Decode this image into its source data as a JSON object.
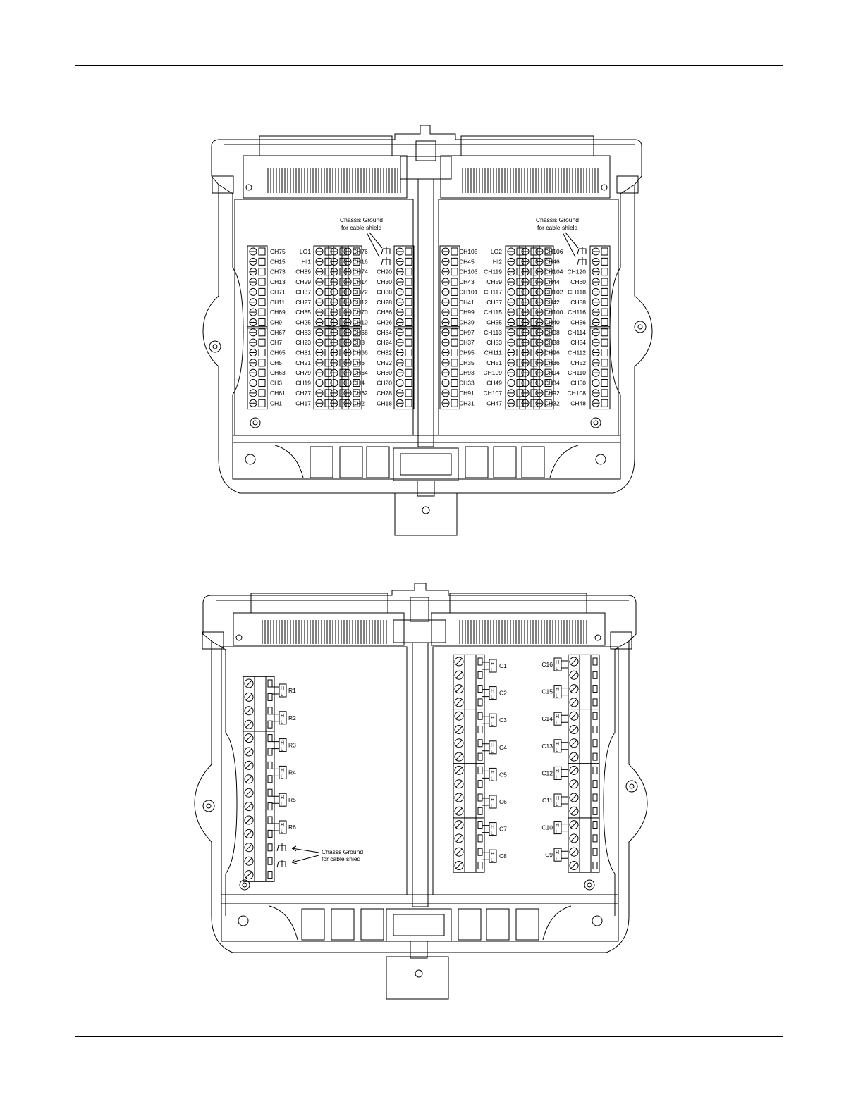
{
  "diagram_top": {
    "ground_note_line1": "Chassis Ground",
    "ground_note_line2": "for cable shield",
    "left": {
      "col_a": [
        "CH75",
        "CH15",
        "CH73",
        "CH13",
        "CH71",
        "CH11",
        "CH69",
        "CH9",
        "CH67",
        "CH7",
        "CH65",
        "CH5",
        "CH63",
        "CH3",
        "CH61",
        "CH1"
      ],
      "col_b": [
        "LO1",
        "HI1",
        "CH89",
        "CH29",
        "CH87",
        "CH27",
        "CH85",
        "CH25",
        "CH83",
        "CH23",
        "CH81",
        "CH21",
        "CH79",
        "CH19",
        "CH77",
        "CH17"
      ],
      "col_c": [
        "CH76",
        "CH16",
        "CH74",
        "CH14",
        "CH72",
        "CH12",
        "CH70",
        "CH10",
        "CH68",
        "CH8",
        "CH66",
        "CH6",
        "CH64",
        "CH4",
        "CH62",
        "CH2"
      ],
      "col_d": [
        "",
        "",
        "CH90",
        "CH30",
        "CH88",
        "CH28",
        "CH86",
        "CH26",
        "CH84",
        "CH24",
        "CH82",
        "CH22",
        "CH80",
        "CH20",
        "CH78",
        "CH18"
      ]
    },
    "right": {
      "col_a": [
        "CH105",
        "CH45",
        "CH103",
        "CH43",
        "CH101",
        "CH41",
        "CH99",
        "CH39",
        "CH97",
        "CH37",
        "CH95",
        "CH35",
        "CH93",
        "CH33",
        "CH91",
        "CH31"
      ],
      "col_b": [
        "LO2",
        "HI2",
        "CH119",
        "CH59",
        "CH117",
        "CH57",
        "CH115",
        "CH55",
        "CH113",
        "CH53",
        "CH111",
        "CH51",
        "CH109",
        "CH49",
        "CH107",
        "CH47"
      ],
      "col_c": [
        "CH106",
        "CH46",
        "CH104",
        "CH44",
        "CH102",
        "CH42",
        "CH100",
        "CH40",
        "CH98",
        "CH38",
        "CH96",
        "CH36",
        "CH94",
        "CH34",
        "CH92",
        "CH32"
      ],
      "col_d": [
        "",
        "",
        "CH120",
        "CH60",
        "CH118",
        "CH58",
        "CH116",
        "CH56",
        "CH114",
        "CH54",
        "CH112",
        "CH52",
        "CH110",
        "CH50",
        "CH108",
        "CH48"
      ]
    }
  },
  "diagram_bottom": {
    "ground_note_line1": "Chasss Ground",
    "ground_note_line2": "for cable shied",
    "h_label": "H",
    "l_label": "L",
    "r_labels": [
      "R1",
      "R2",
      "R3",
      "R4",
      "R5",
      "R6"
    ],
    "c_left_labels": [
      "C1",
      "C2",
      "C3",
      "C4",
      "C5",
      "C6",
      "C7",
      "C8"
    ],
    "c_right_labels": [
      "C16",
      "C15",
      "C14",
      "C13",
      "C12",
      "C11",
      "C10",
      "C9"
    ]
  }
}
